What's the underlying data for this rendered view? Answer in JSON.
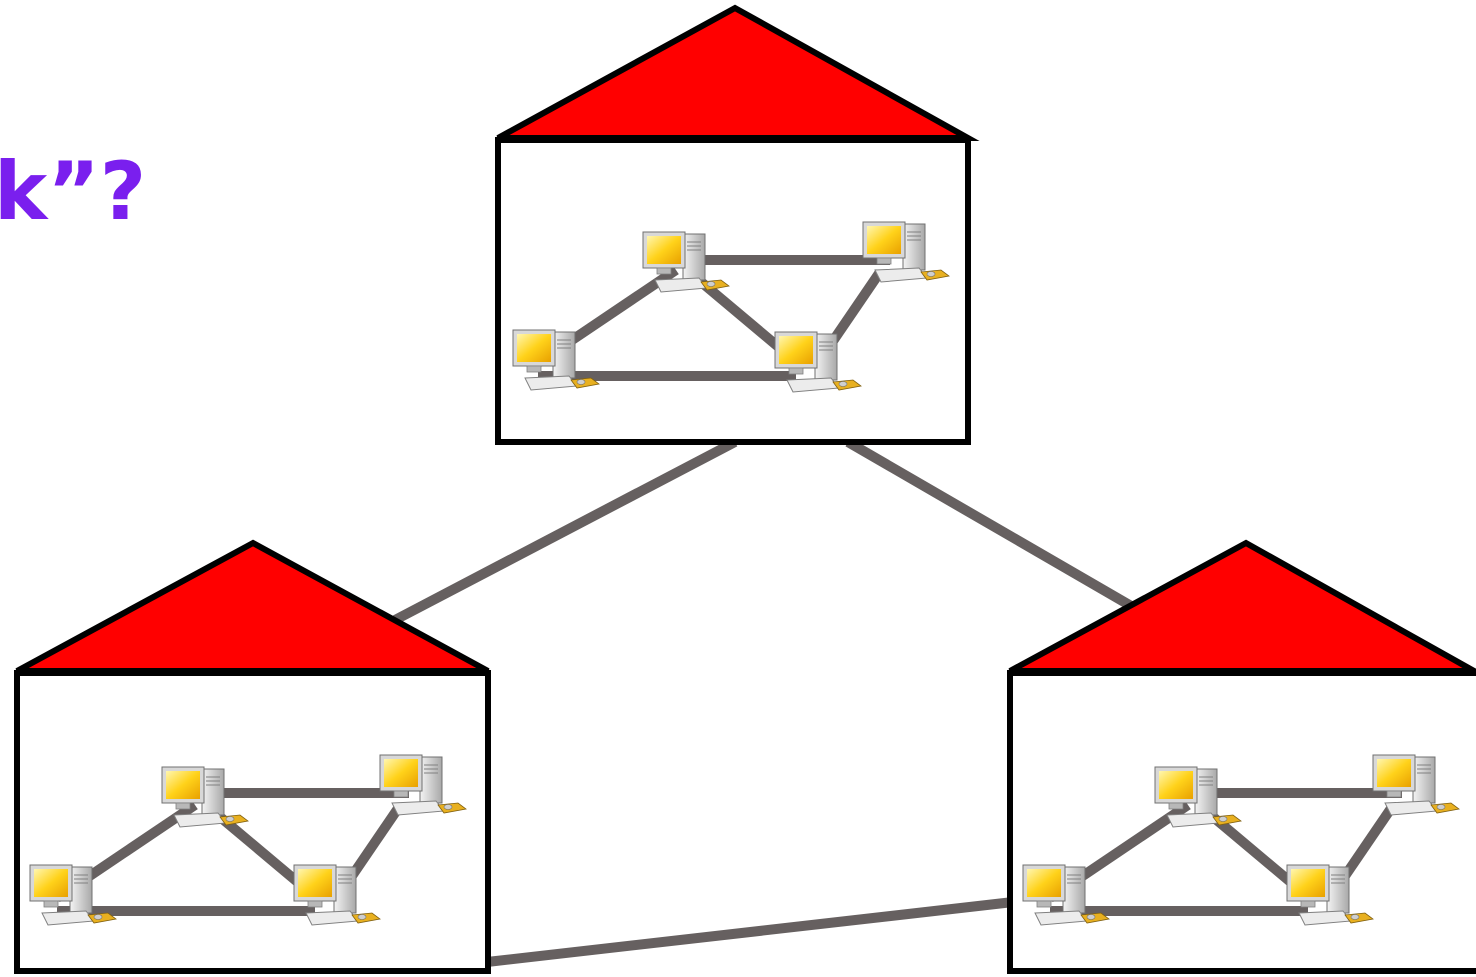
{
  "title": "k”?",
  "colors": {
    "title": "#7a1fee",
    "roof": "#ff0000",
    "outline": "#000000",
    "link": "#666060",
    "screen": "#ffd21a",
    "case": "#e4e4e4"
  },
  "icons": [
    "computer-icon",
    "house-icon"
  ],
  "sites": [
    {
      "name": "site-top",
      "computers": 4
    },
    {
      "name": "site-left",
      "computers": 4
    },
    {
      "name": "site-right",
      "computers": 4
    }
  ]
}
